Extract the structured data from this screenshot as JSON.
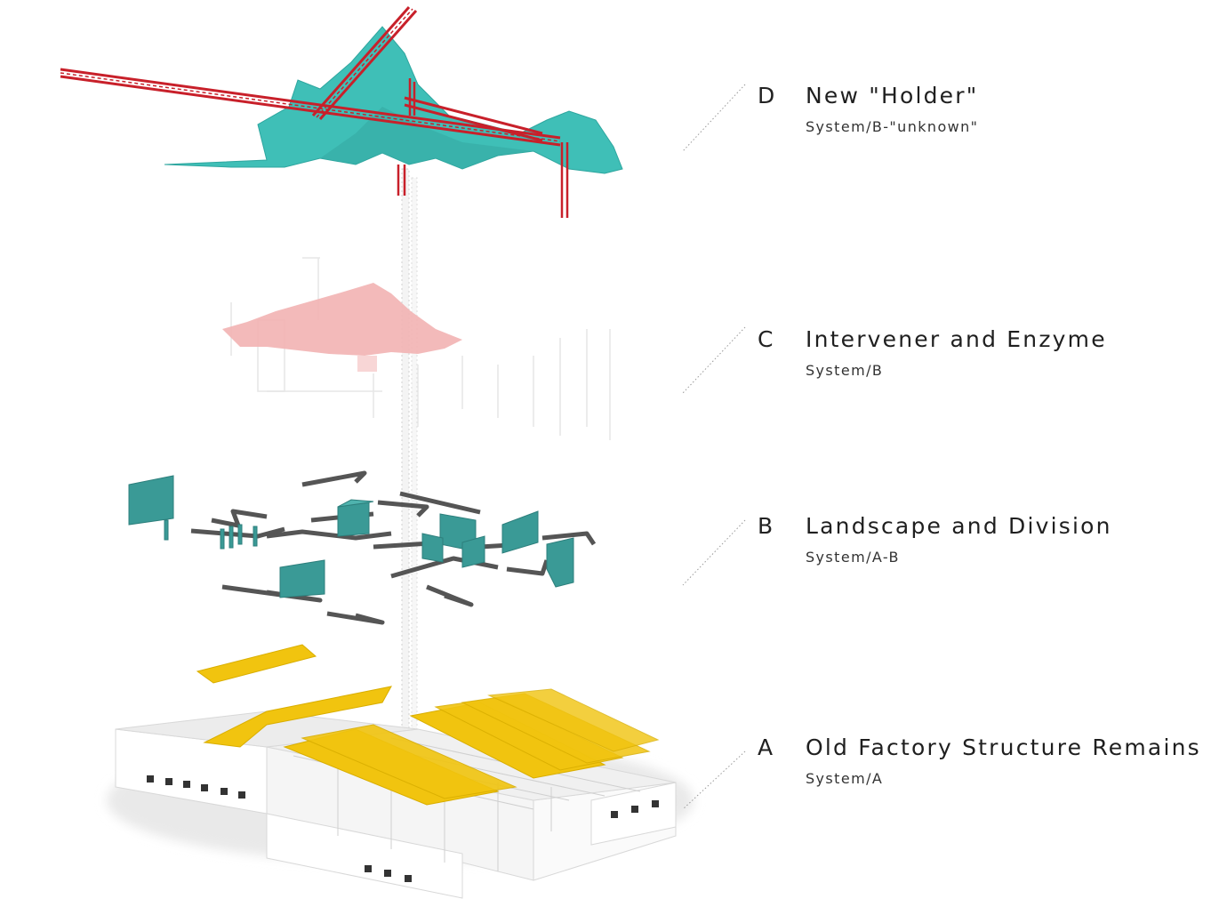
{
  "layers": [
    {
      "letter": "D",
      "title": "New \"Holder\"",
      "subtitle": "System/B-\"unknown\""
    },
    {
      "letter": "C",
      "title": "Intervener and Enzyme",
      "subtitle": "System/B"
    },
    {
      "letter": "B",
      "title": "Landscape and Division",
      "subtitle": "System/A-B"
    },
    {
      "letter": "A",
      "title": "Old Factory Structure Remains",
      "subtitle": "System/A"
    }
  ],
  "colors": {
    "canopy": "#3fbfb7",
    "truss": "#c8202a",
    "pink_surface": "#f2b3b3",
    "landscape_panels": "#3a9a96",
    "landscape_frames": "#555555",
    "roof_panels": "#f1c40f",
    "factory_walls": "#ffffff",
    "leader_lines": "#9a9a9a"
  }
}
